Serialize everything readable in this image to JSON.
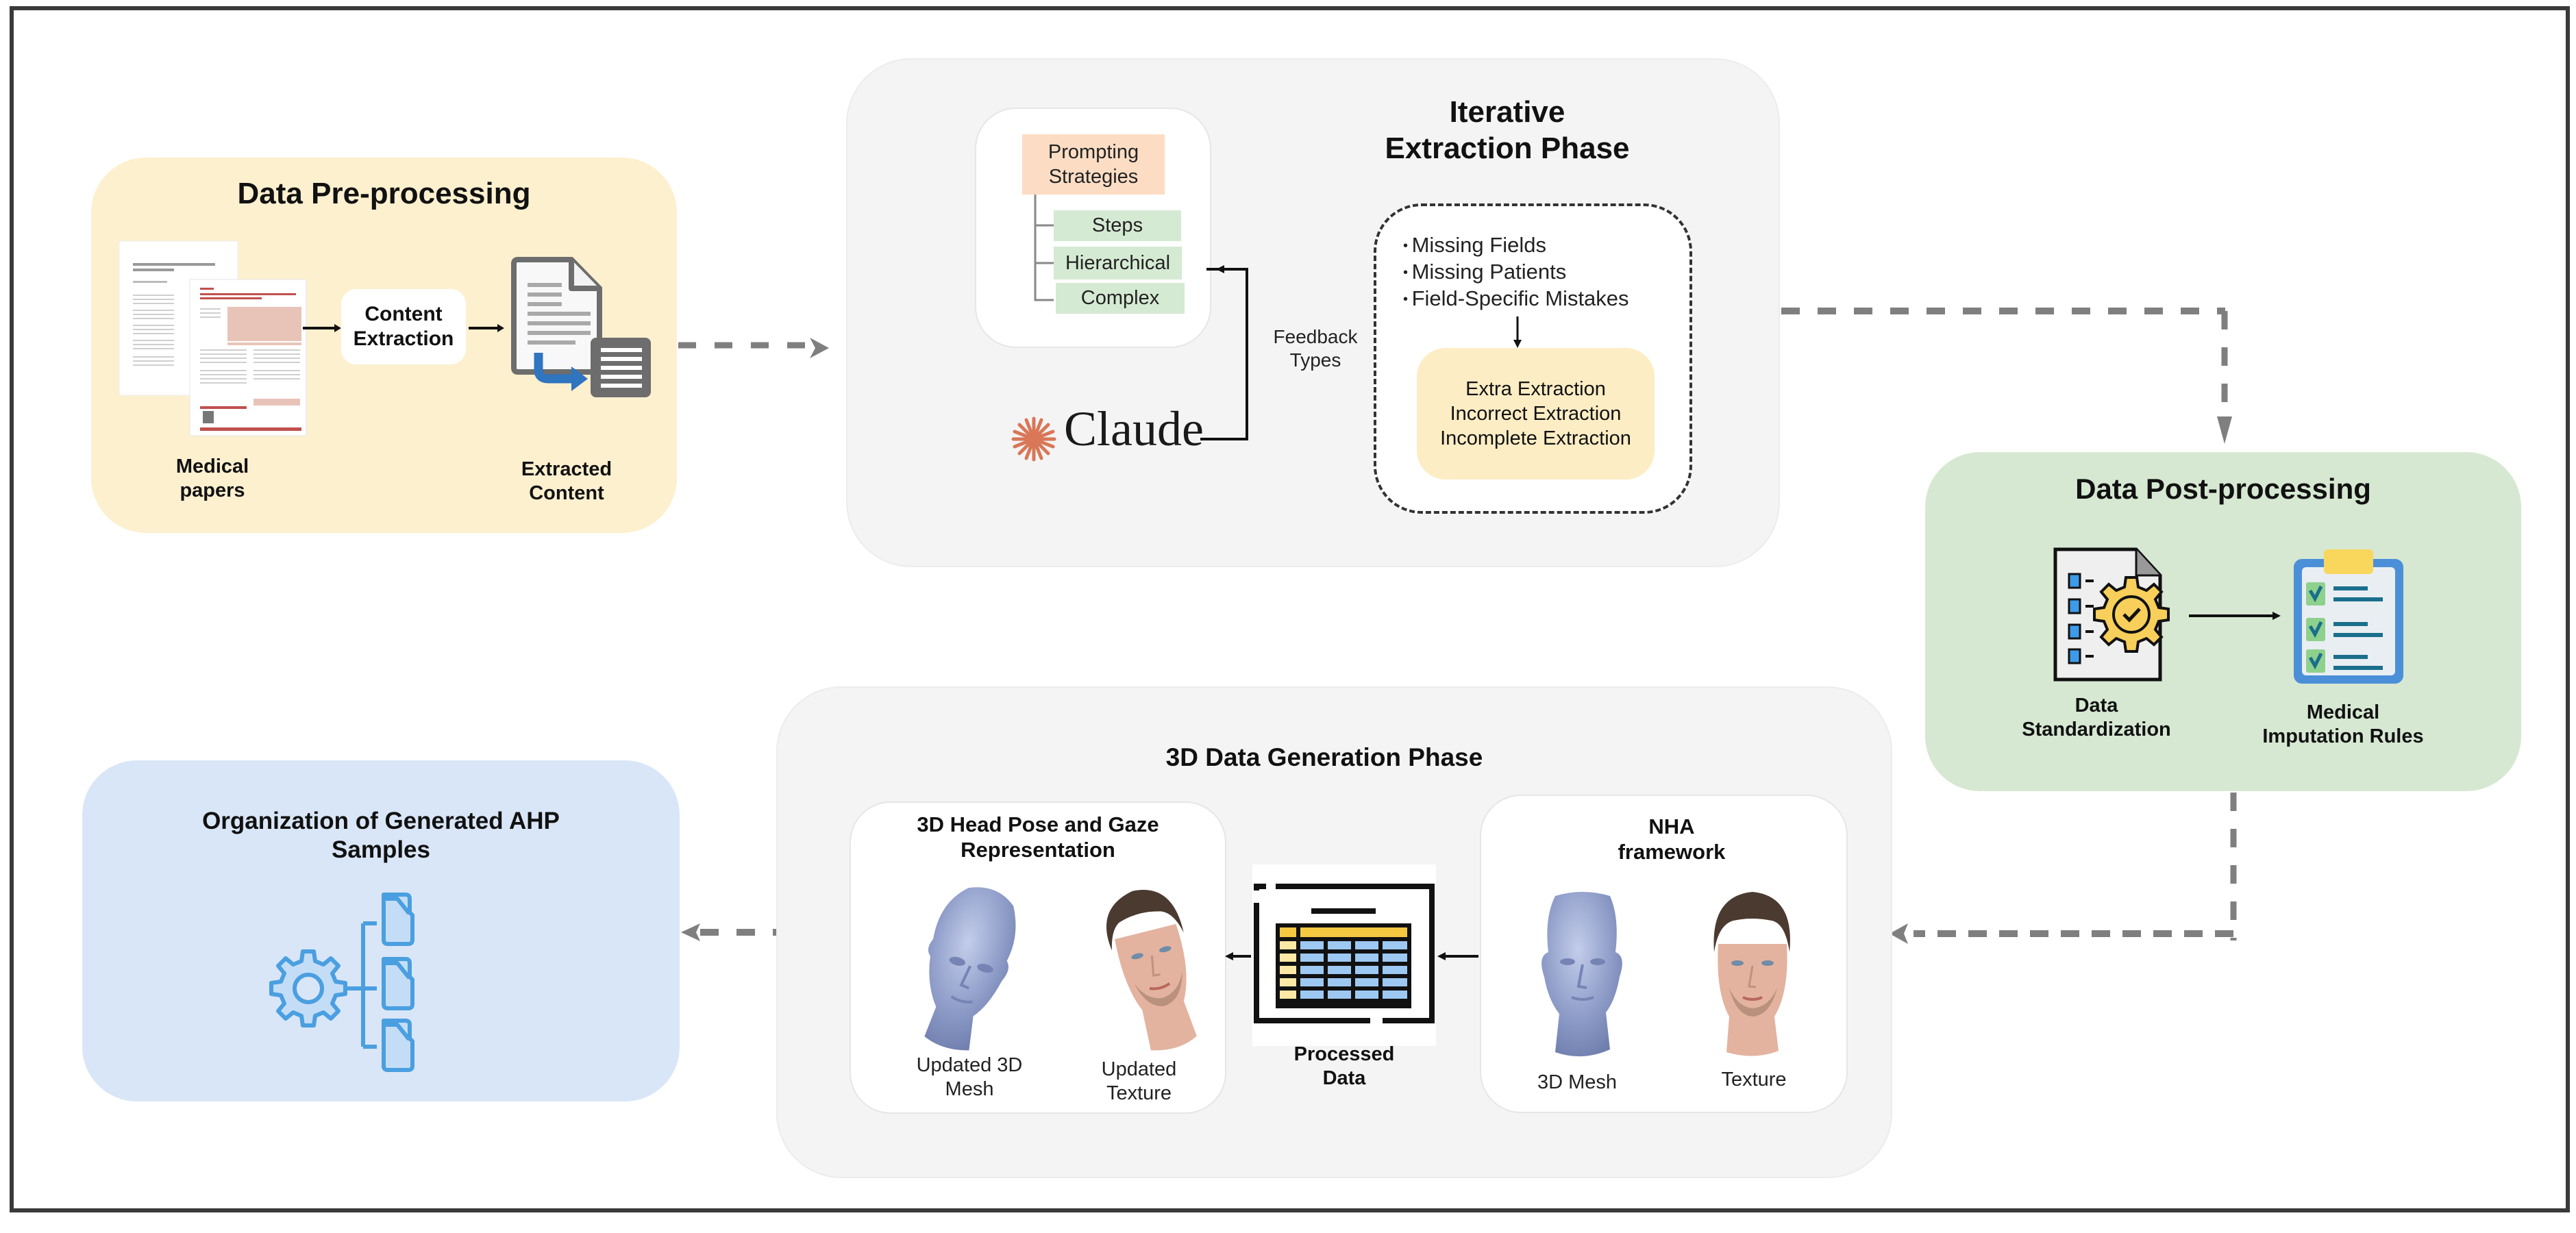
{
  "pre_processing": {
    "title": "Data Pre-processing",
    "papers_label_line1": "Medical",
    "papers_label_line2": "papers",
    "content_extraction_line1": "Content",
    "content_extraction_line2": "Extraction",
    "extracted_label_line1": "Extracted",
    "extracted_label_line2": "Content"
  },
  "iterative": {
    "title_line1": "Iterative",
    "title_line2": "Extraction Phase",
    "prompting_line1": "Prompting",
    "prompting_line2": "Strategies",
    "strategies": [
      "Steps",
      "Hierarchical",
      "Complex"
    ],
    "model_name": "Claude",
    "feedback_line1": "Feedback",
    "feedback_line2": "Types",
    "feedback_items": [
      "Missing Fields",
      "Missing Patients",
      "Field-Specific Mistakes"
    ],
    "error_types": [
      "Extra Extraction",
      "Incorrect Extraction",
      "Incomplete Extraction"
    ]
  },
  "post_processing": {
    "title": "Data Post-processing",
    "standardization_line1": "Data",
    "standardization_line2": "Standardization",
    "imputation_line1": "Medical",
    "imputation_line2": "Imputation Rules"
  },
  "generation": {
    "title": "3D Data Generation Phase",
    "representation_title_line1": "3D Head Pose and Gaze",
    "representation_title_line2": "Representation",
    "updated_mesh_line1": "Updated 3D",
    "updated_mesh_line2": "Mesh",
    "updated_texture_line1": "Updated",
    "updated_texture_line2": "Texture",
    "processed_line1": "Processed",
    "processed_line2": "Data",
    "nha_title_line1": "NHA",
    "nha_title_line2": "framework",
    "mesh_label": "3D Mesh",
    "texture_label": "Texture"
  },
  "organization": {
    "title_line1": "Organization of Generated AHP",
    "title_line2": "Samples"
  },
  "colors": {
    "pre_bg": "#FDF0CF",
    "post_bg": "#D6E8D2",
    "phase_bg": "#F4F4F4",
    "org_bg": "#D9E6F7",
    "arrow_gray": "#7f7f7f",
    "claude_orange": "#D97757",
    "icon_blue": "#4A9FE0"
  }
}
